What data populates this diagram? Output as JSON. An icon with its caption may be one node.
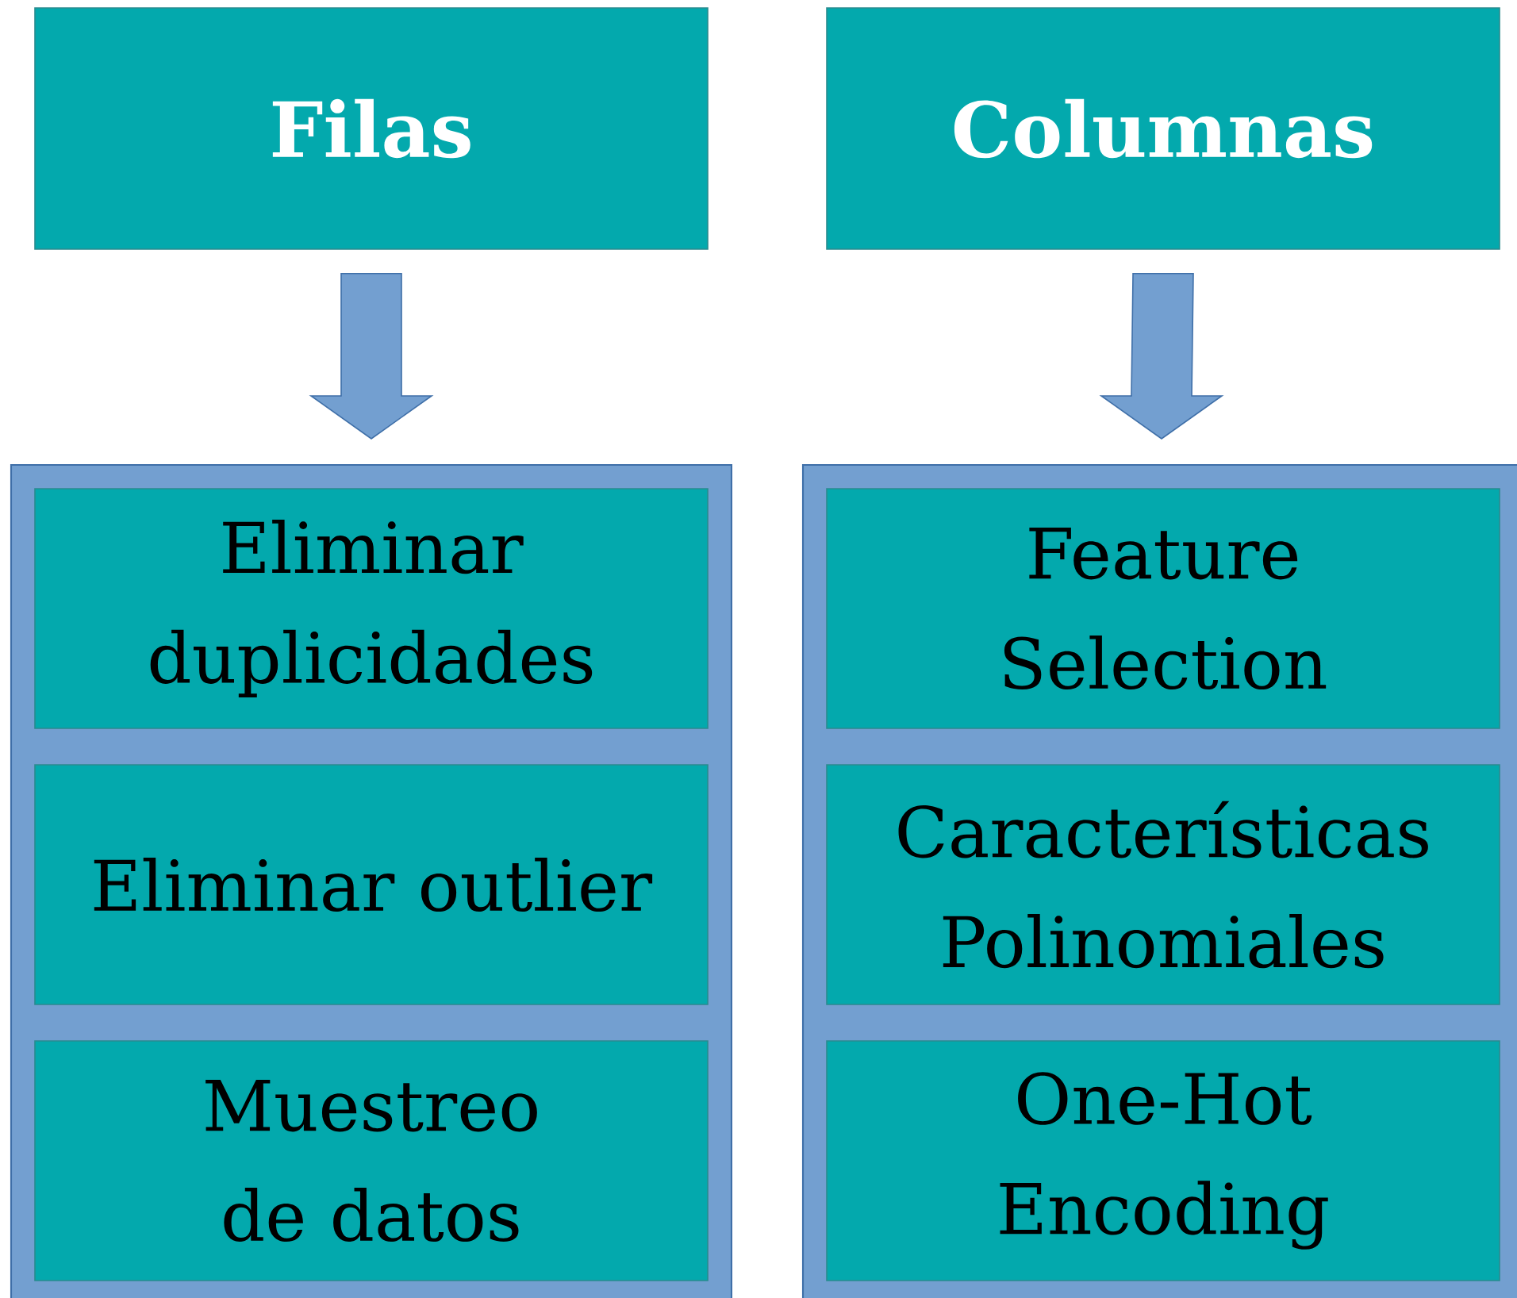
{
  "diagram": {
    "nodes": [
      {
        "text": [
          "Filas"
        ]
      },
      {
        "text": [
          "Columnas"
        ]
      },
      {
        "text": [],
        "shape": "box"
      },
      {
        "text": [
          "Eliminar duplicidades"
        ],
        "in": 2
      },
      {
        "text": [
          "Eliminar outlier"
        ],
        "in": 2
      },
      {
        "text": [
          "Muestreo de datos"
        ],
        "in": 2
      },
      {
        "text": [],
        "shape": "box"
      },
      {
        "text": [
          "Feature Selection"
        ],
        "in": 6
      },
      {
        "text": [
          "Características Polinomiales"
        ],
        "in": 6
      },
      {
        "text": [
          "One-Hot Encoding"
        ],
        "in": 6
      }
    ],
    "edges": [
      {
        "from": 0,
        "to": 2,
        "arrow": "to"
      },
      {
        "from": 1,
        "to": 6,
        "arrow": "to"
      }
    ]
  }
}
